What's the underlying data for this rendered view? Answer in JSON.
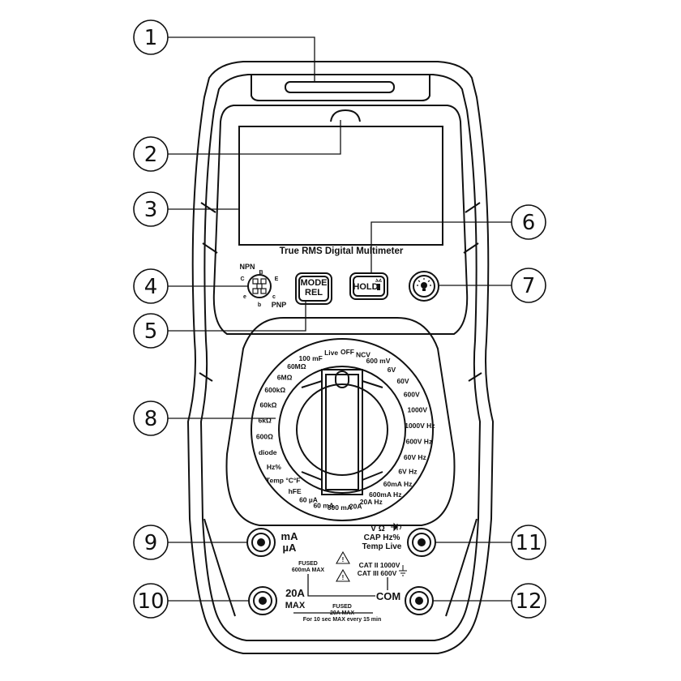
{
  "device": {
    "title": "True RMS Digital Multimeter",
    "buttons": {
      "mode_line1": "MODE",
      "mode_line2": "REL",
      "hold": "HOLD"
    },
    "transistor_socket": {
      "npn": "NPN",
      "pnp": "PNP",
      "pin_b_top": "B",
      "pin_c_left": "C",
      "pin_e_right": "E",
      "pin_e_bottom": "e",
      "pin_b_bottom": "b",
      "pin_c_bottom": "c"
    },
    "dial": {
      "positions": [
        "Live",
        "OFF",
        "NCV",
        "600 mV",
        "6V",
        "60V",
        "600V",
        "1000V",
        "1000V Hz",
        "600V Hz",
        "60V Hz",
        "6V Hz",
        "60mA Hz",
        "600mA Hz",
        "20A Hz",
        "20A",
        "600 mA",
        "60 mA",
        "60 µA",
        "hFE",
        "Temp °C°F",
        "Hz%",
        "diode",
        "600Ω",
        "6kΩ",
        "60kΩ",
        "600kΩ",
        "6MΩ",
        "60MΩ",
        "100 mF"
      ]
    },
    "jacks": {
      "ma_ua_line1": "mA",
      "ma_ua_line2": "µA",
      "fused_ma_line1": "FUSED",
      "fused_ma_line2": "600mA MAX",
      "a20_line1": "20A",
      "a20_line2": "MAX",
      "fused_a_line1": "FUSED",
      "fused_a_line2": "20A MAX",
      "fused_a_line3": "For 10 sec MAX every 15 min",
      "vohm_line1": "V Ω",
      "vohm_line2": "CAP Hz%",
      "vohm_line3": "Temp Live",
      "cat_line1": "CAT II 1000V",
      "cat_line2": "CAT III 600V",
      "com": "COM"
    }
  },
  "callouts": [
    {
      "label": "1"
    },
    {
      "label": "2"
    },
    {
      "label": "3"
    },
    {
      "label": "4"
    },
    {
      "label": "5"
    },
    {
      "label": "6"
    },
    {
      "label": "7"
    },
    {
      "label": "8"
    },
    {
      "label": "9"
    },
    {
      "label": "10"
    },
    {
      "label": "11"
    },
    {
      "label": "12"
    }
  ]
}
